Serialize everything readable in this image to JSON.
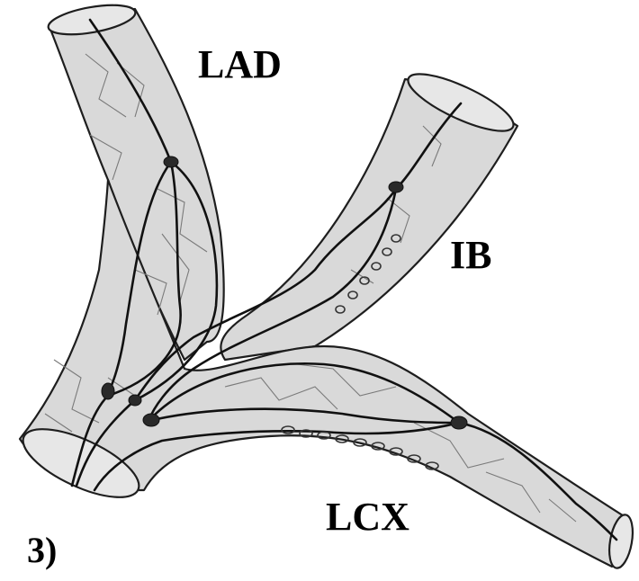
{
  "figure": {
    "panel_number": "3)",
    "labels": {
      "lad": "LAD",
      "ib": "IB",
      "lcx": "LCX"
    }
  },
  "colors": {
    "vessel_fill": "#d9d9d9",
    "outline": "#1e1e1e",
    "text": "#000000",
    "background": "#ffffff"
  }
}
